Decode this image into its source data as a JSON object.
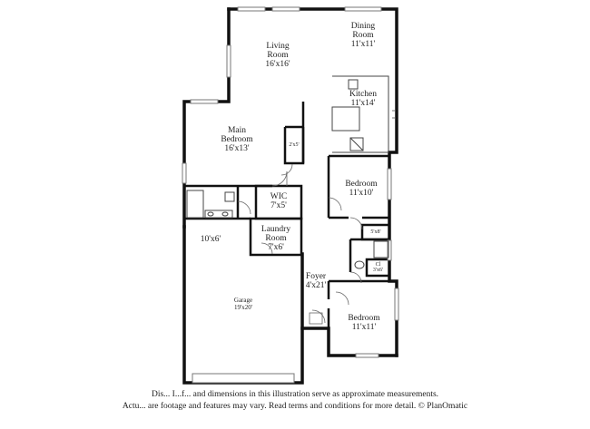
{
  "rooms": {
    "dining": {
      "name": "Dining",
      "name2": "Room",
      "dims": "11'x11'"
    },
    "living": {
      "name": "Living",
      "name2": "Room",
      "dims": "16'x16'"
    },
    "kitchen": {
      "name": "Kitchen",
      "dims": "11'x14'"
    },
    "main_bedroom": {
      "name": "Main",
      "name2": "Bedroom",
      "dims": "16'x13'"
    },
    "closet_main": {
      "dims": "2'x5'"
    },
    "bedroom_2": {
      "name": "Bedroom",
      "dims": "11'x10'"
    },
    "wic": {
      "name": "WIC",
      "dims": "7'x5'"
    },
    "main_bath": {
      "dims": "10'x6'"
    },
    "laundry": {
      "name": "Laundry",
      "name2": "Room",
      "dims": "7'x6'"
    },
    "closet_5x8": {
      "dims": "5'x8'"
    },
    "closet_small": {
      "name": "Cl",
      "dims": "3'x6'"
    },
    "foyer": {
      "name": "Foyer",
      "dims": "4'x21'"
    },
    "garage": {
      "name": "Garage",
      "dims": "19'x20'"
    },
    "bedroom_3": {
      "name": "Bedroom",
      "dims": "11'x11'"
    }
  },
  "disclaimer": {
    "line1": "Dis... I...f... and dimensions in this illustration serve as approximate measurements.",
    "line2": "Actu... are footage and features may vary. Read terms and conditions for more detail. © PlanOmatic"
  }
}
